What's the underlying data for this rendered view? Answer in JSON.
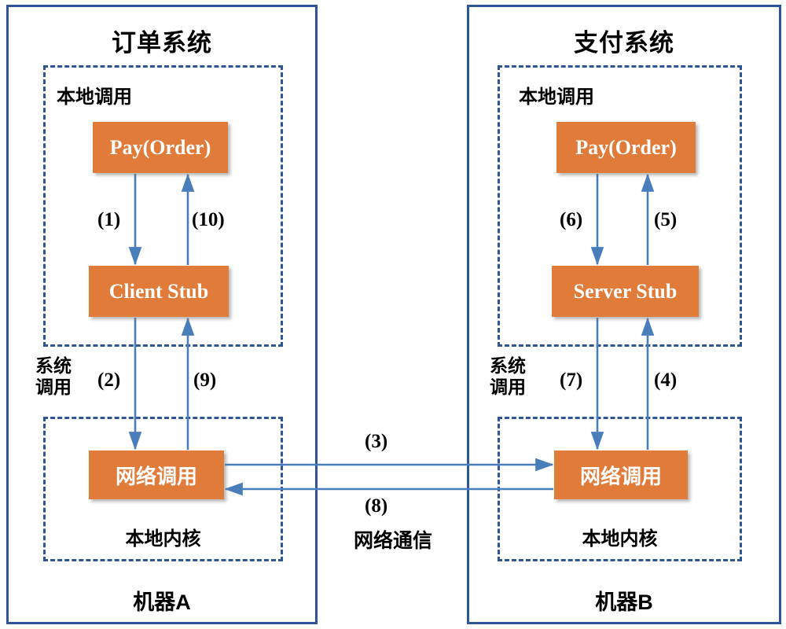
{
  "diagram": {
    "title_left": "订单系统",
    "title_right": "支付系统",
    "machine_left_label": "机器A",
    "machine_right_label": "机器B",
    "network_comm_label": "网络通信",
    "accent_orange": "#E07B39",
    "accent_blue": "#2E5596",
    "arrow_blue": "#4A7EBB"
  },
  "machine_a": {
    "local_call_zone_label": "本地调用",
    "local_kernel_zone_label": "本地内核",
    "syscall_label": "系统\n调用",
    "nodes": {
      "pay": "Pay(Order)",
      "stub": "Client Stub",
      "netcall": "网络调用"
    }
  },
  "machine_b": {
    "local_call_zone_label": "本地调用",
    "local_kernel_zone_label": "本地内核",
    "syscall_label": "系统\n调用",
    "nodes": {
      "pay": "Pay(Order)",
      "stub": "Server Stub",
      "netcall": "网络调用"
    }
  },
  "steps": {
    "s1": "(1)",
    "s2": "(2)",
    "s3": "(3)",
    "s4": "(4)",
    "s5": "(5)",
    "s6": "(6)",
    "s7": "(7)",
    "s8": "(8)",
    "s9": "(9)",
    "s10": "(10)"
  }
}
